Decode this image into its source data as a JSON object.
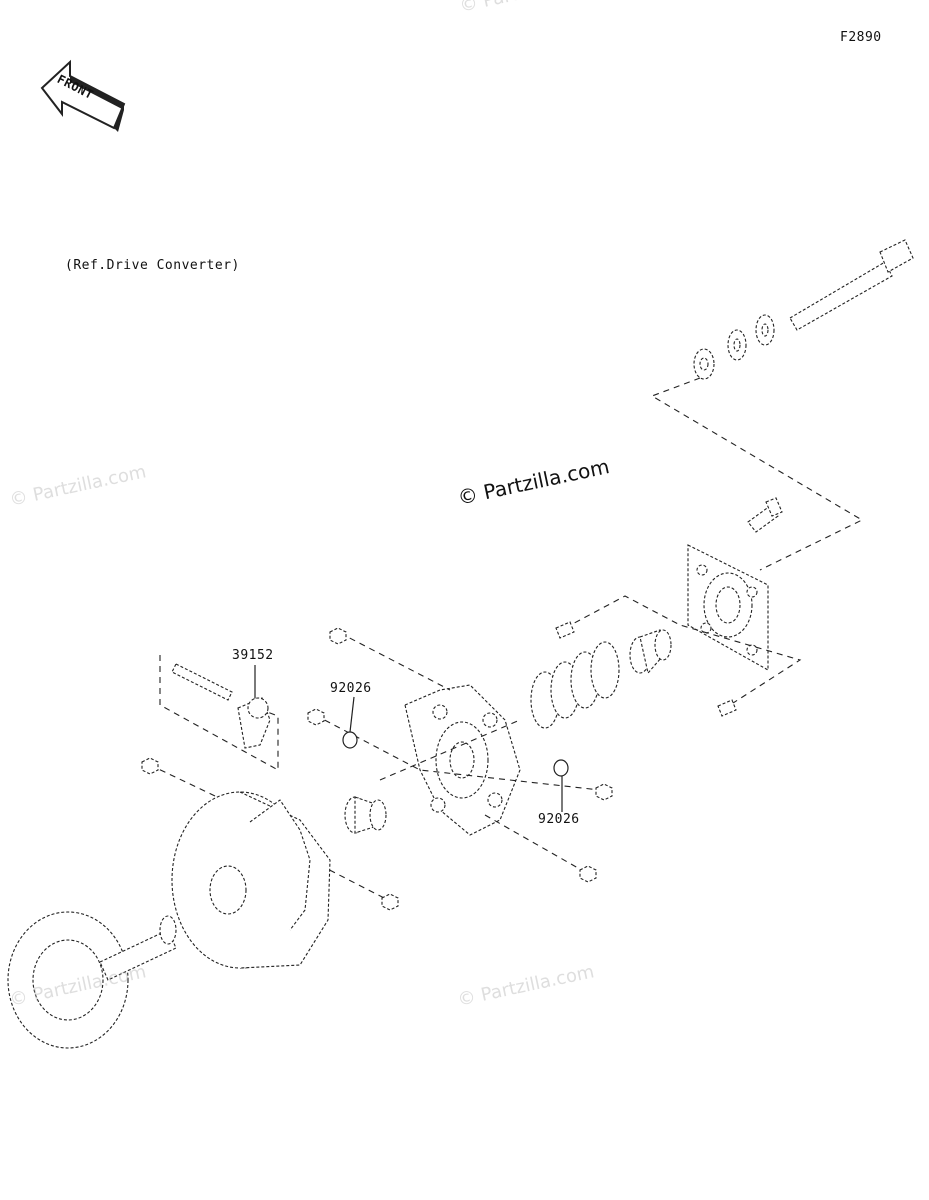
{
  "figure_code": "F2890",
  "front_arrow_label": "FRONT",
  "reference_note": "(Ref.Drive Converter)",
  "part_callouts": [
    {
      "number": "39152"
    },
    {
      "number": "92026"
    },
    {
      "number": "92026"
    }
  ],
  "watermarks": [
    "© Partzilla.com",
    "© Partzilla.com",
    "© Partzilla.com",
    "© Partzilla.com",
    "© Partzilla.com"
  ],
  "colors": {
    "line": "#222222",
    "watermark": "#a0a0a0",
    "background": "#ffffff"
  }
}
